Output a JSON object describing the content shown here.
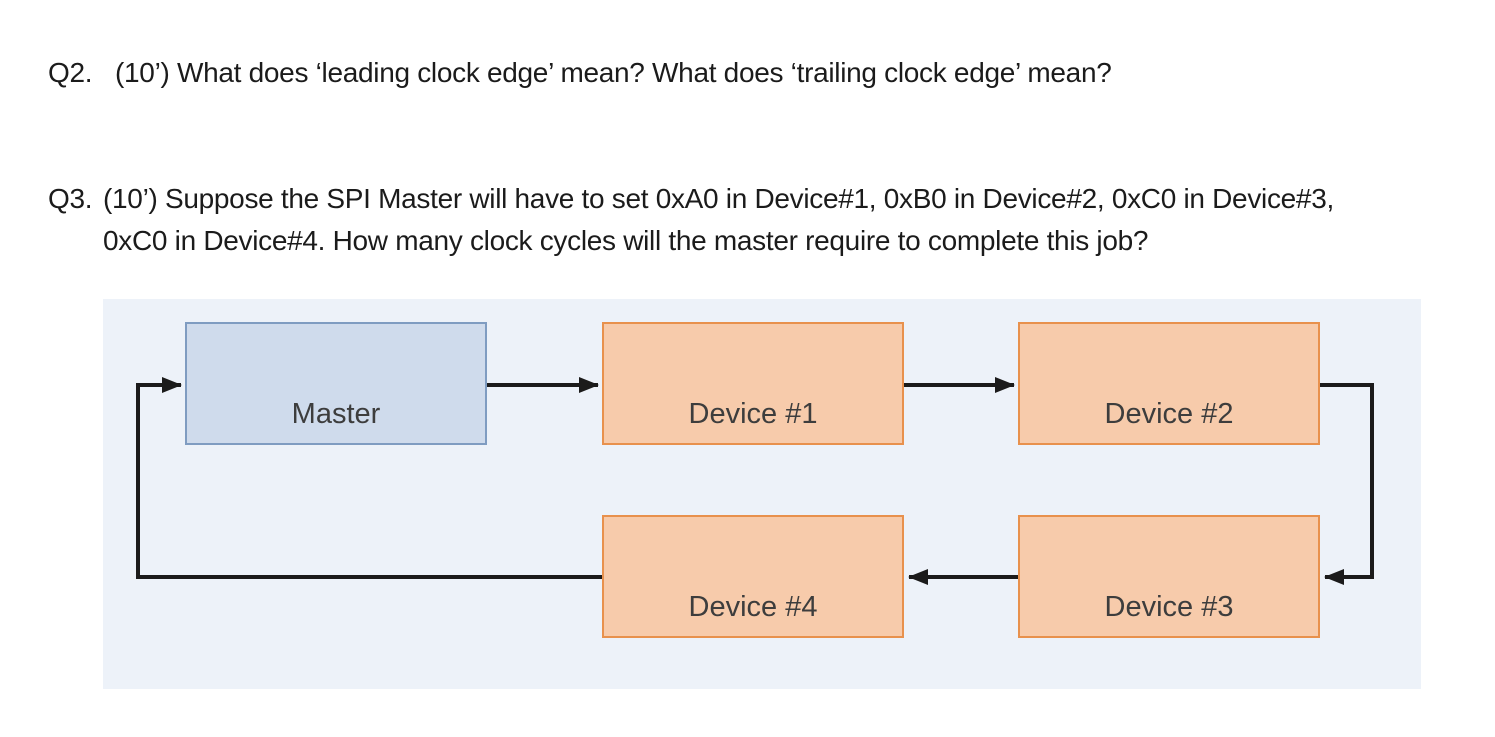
{
  "questions": [
    {
      "label": "Q2.",
      "lines": [
        "(10’) What does ‘leading clock edge’ mean? What does ‘trailing clock edge’ mean?"
      ]
    },
    {
      "label": "Q3.",
      "lines": [
        "(10’) Suppose the SPI Master will have to set 0xA0 in Device#1, 0xB0 in Device#2, 0xC0 in Device#3,",
        "0xC0 in Device#4. How many clock cycles will the master require to complete this job?"
      ]
    }
  ],
  "diagram": {
    "description": "SPI daisy-chain loop",
    "nodes": [
      {
        "id": "master",
        "label": "Master",
        "type": "master"
      },
      {
        "id": "device1",
        "label": "Device #1",
        "type": "device"
      },
      {
        "id": "device2",
        "label": "Device #2",
        "type": "device"
      },
      {
        "id": "device3",
        "label": "Device #3",
        "type": "device"
      },
      {
        "id": "device4",
        "label": "Device #4",
        "type": "device"
      }
    ],
    "connections": [
      {
        "from": "master",
        "to": "device1"
      },
      {
        "from": "device1",
        "to": "device2"
      },
      {
        "from": "device2",
        "to": "device3"
      },
      {
        "from": "device3",
        "to": "device4"
      },
      {
        "from": "device4",
        "to": "master"
      }
    ],
    "colors": {
      "panel_bg": "#edf2f9",
      "master_fill": "#cfdbec",
      "master_border": "#7f9cc1",
      "device_fill": "#f7cbab",
      "device_border": "#e8914d",
      "arrow": "#1b1b1b",
      "label_text": "#3d3d3d"
    }
  }
}
